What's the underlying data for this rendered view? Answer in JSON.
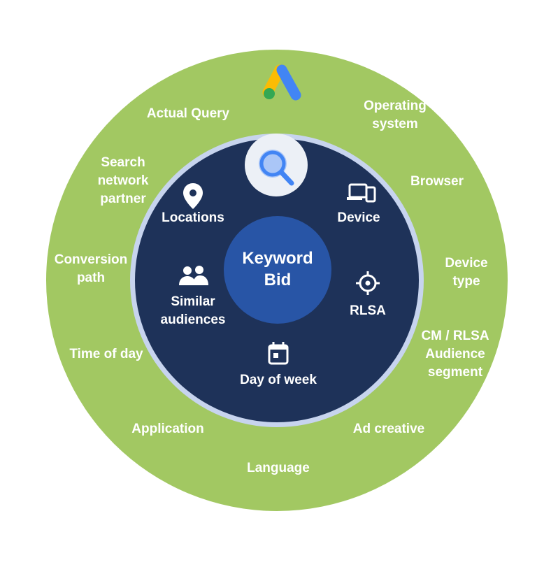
{
  "center": {
    "line1": "Keyword",
    "line2": "Bid"
  },
  "inner_ring": {
    "locations": "Locations",
    "device": "Device",
    "similar_line1": "Similar",
    "similar_line2": "audiences",
    "rlsa": "RLSA",
    "day_of_week": "Day of week"
  },
  "outer_ring": {
    "actual_query": "Actual Query",
    "operating_line1": "Operating",
    "operating_line2": "system",
    "search_line1": "Search",
    "search_line2": "network",
    "search_line3": "partner",
    "browser": "Browser",
    "conversion_line1": "Conversion",
    "conversion_line2": "path",
    "device_type_line1": "Device",
    "device_type_line2": "type",
    "time_of_day": "Time of day",
    "cm_line1": "CM / RLSA",
    "cm_line2": "Audience",
    "cm_line3": "segment",
    "application": "Application",
    "ad_creative": "Ad creative",
    "language": "Language"
  },
  "icons": {
    "ads_logo": "google-ads-logo",
    "search": "search-icon",
    "location": "location-pin-icon",
    "device": "devices-icon",
    "audiences": "people-icon",
    "rlsa": "target-icon",
    "calendar": "calendar-icon"
  },
  "colors": {
    "outer_ring": "#a2c862",
    "inner_circle": "#1e3259",
    "inner_border": "#c7d4ee",
    "center": "#2855a6",
    "search_badge": "#ecf0f6",
    "logo_blue": "#4285f4",
    "logo_yellow": "#fbbc04",
    "logo_green": "#34a853"
  }
}
